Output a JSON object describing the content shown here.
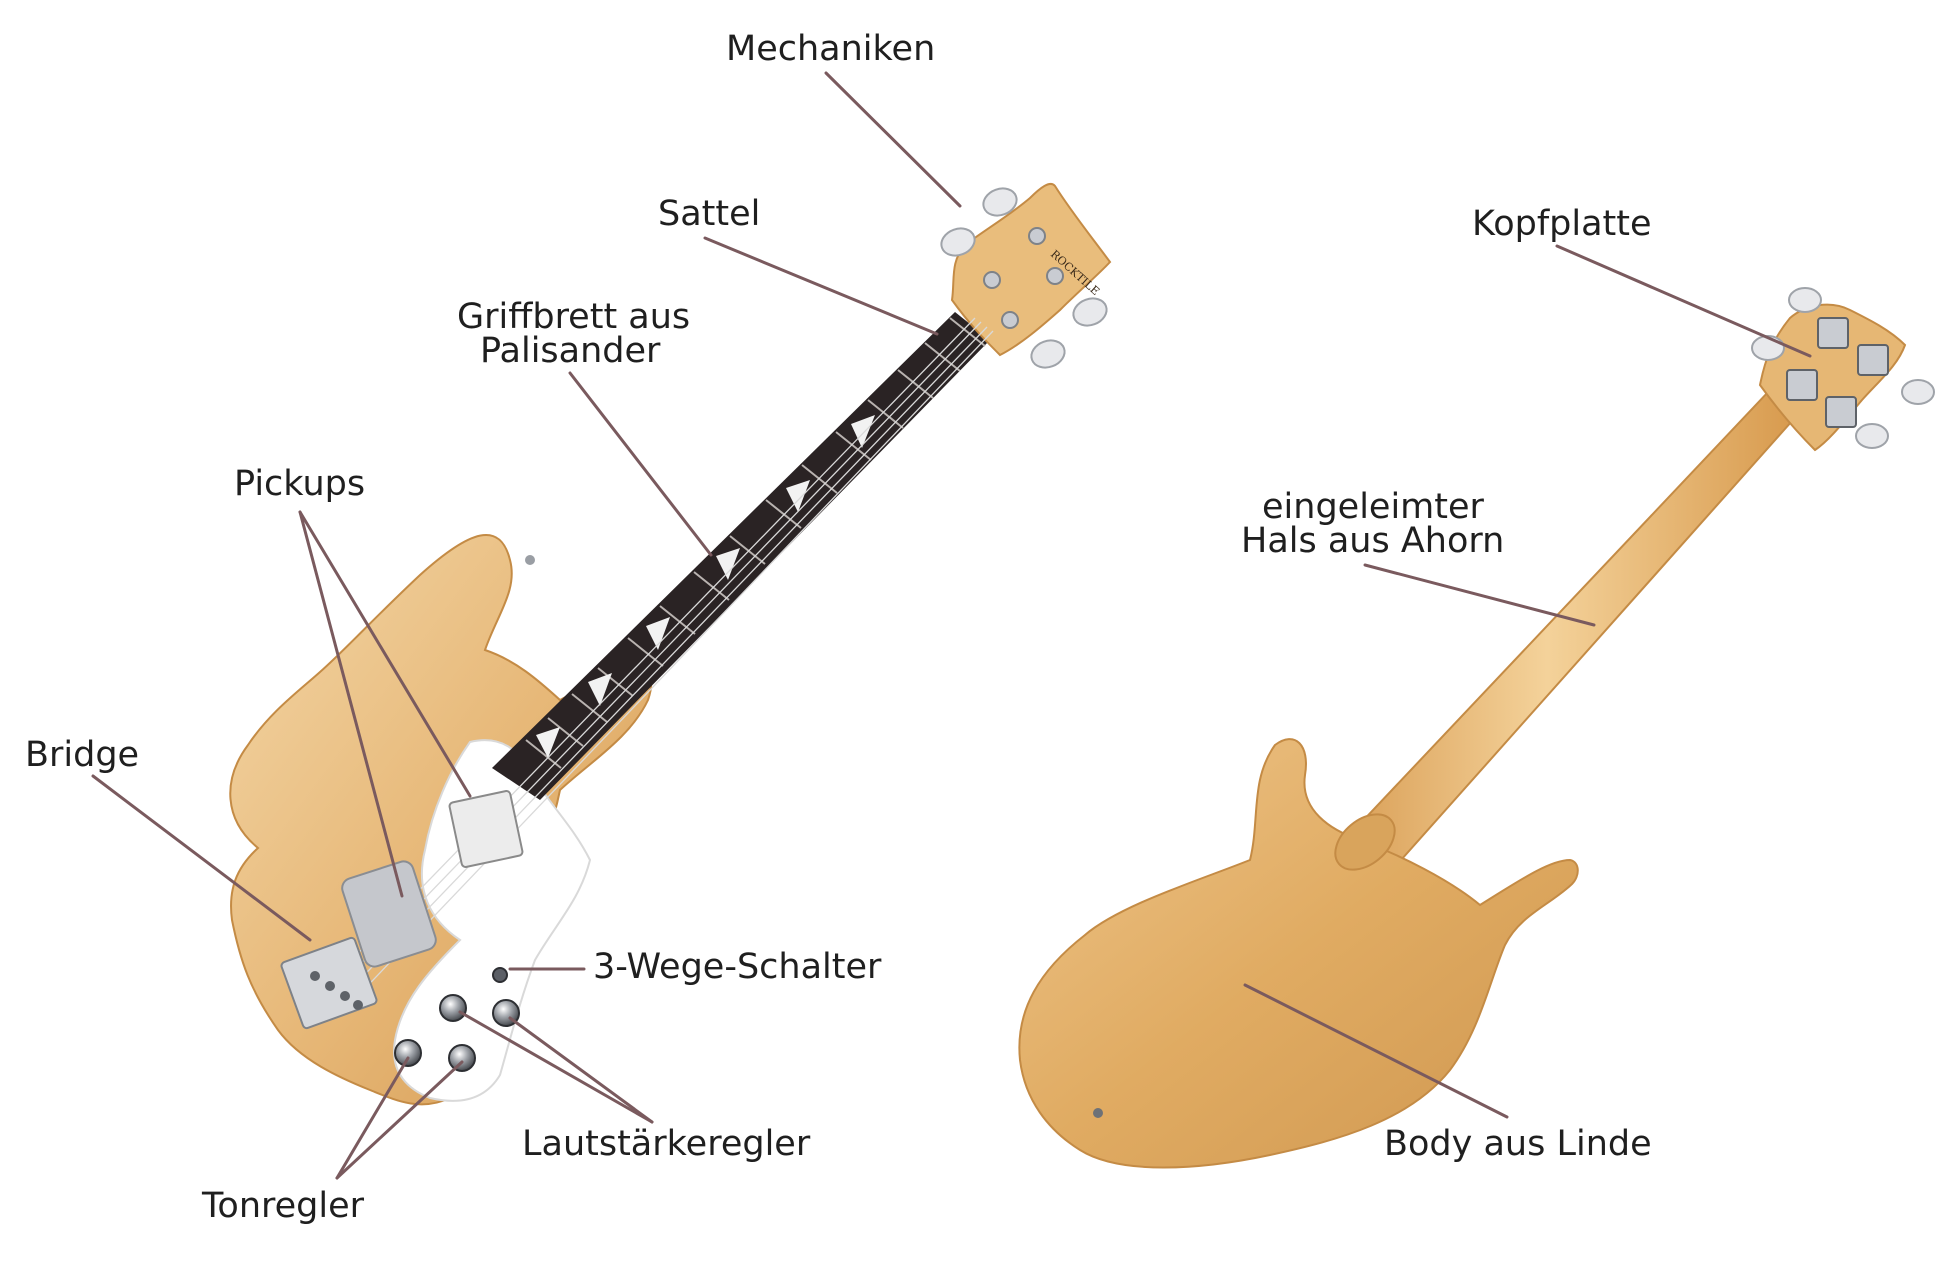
{
  "front_labels": {
    "mechaniken": "Mechaniken",
    "sattel": "Sattel",
    "griffbrett_line1": "Griffbrett aus",
    "griffbrett_line2": "Palisander",
    "pickups": "Pickups",
    "bridge": "Bridge",
    "schalter": "3-Wege-Schalter",
    "lautstaerke": "Lautstärkeregler",
    "tonregler": "Tonregler"
  },
  "back_labels": {
    "kopfplatte": "Kopfplatte",
    "hals_line1": "eingeleimter",
    "hals_line2": "Hals aus Ahorn",
    "body": "Body aus Linde"
  },
  "headstock_logo": "ROCKTILE",
  "colors": {
    "wood_light": "#f0cf9a",
    "wood_mid": "#e2b06e",
    "wood_dark": "#c88f4a",
    "fretboard": "#2a2324",
    "pickguard": "#ffffff",
    "chrome": "#b9bcc2",
    "leader_line": "#7a5a5e",
    "text": "#1f1f1f"
  }
}
